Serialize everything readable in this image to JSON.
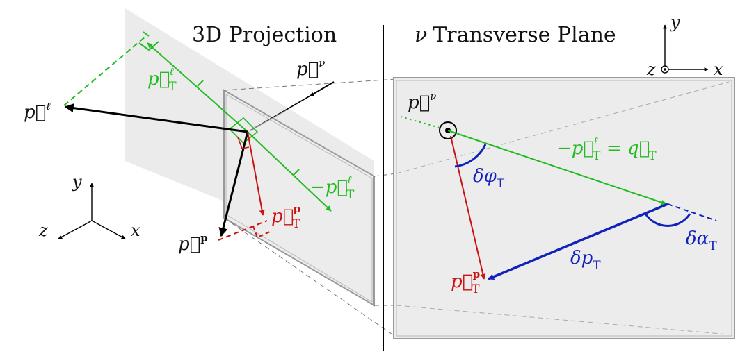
{
  "titles": {
    "left": "3D Projection",
    "right_symbol": "ν",
    "right_text": "Transverse Plane"
  },
  "labels": {
    "p_nu": {
      "base": "p⃗",
      "sup": "ν"
    },
    "p_l": {
      "base": "p⃗",
      "sup": "ℓ"
    },
    "p_p": {
      "base": "p⃗",
      "sup": "p"
    },
    "pT_l": {
      "base": "p⃗",
      "sub": "T",
      "sup": "ℓ"
    },
    "neg_pT_l": {
      "base": "−p⃗",
      "sub": "T",
      "sup": "ℓ"
    },
    "pT_p": {
      "base": "p⃗",
      "sub": "T",
      "sup": "p"
    },
    "q_eq_lhs": {
      "base": "−p⃗",
      "sub": "T",
      "sup": "ℓ"
    },
    "q_eq_rhs": {
      "eq": " = q⃗",
      "sub": "T"
    },
    "dphi": {
      "base": "δφ",
      "sub": "T"
    },
    "dalpha": {
      "base": "δα",
      "sub": "T"
    },
    "dp": {
      "base": "δp",
      "sub": "T"
    }
  },
  "axes_left": {
    "x": "x",
    "y": "y",
    "z": "z"
  },
  "axes_right": {
    "x": "x",
    "y": "y",
    "z": "z"
  },
  "colors": {
    "green": "#22bb22",
    "red": "#cc1111",
    "blue": "#1122bb",
    "black": "#000000",
    "plane_fill": "#ebebeb",
    "plane_edge": "#9a9a9a"
  }
}
